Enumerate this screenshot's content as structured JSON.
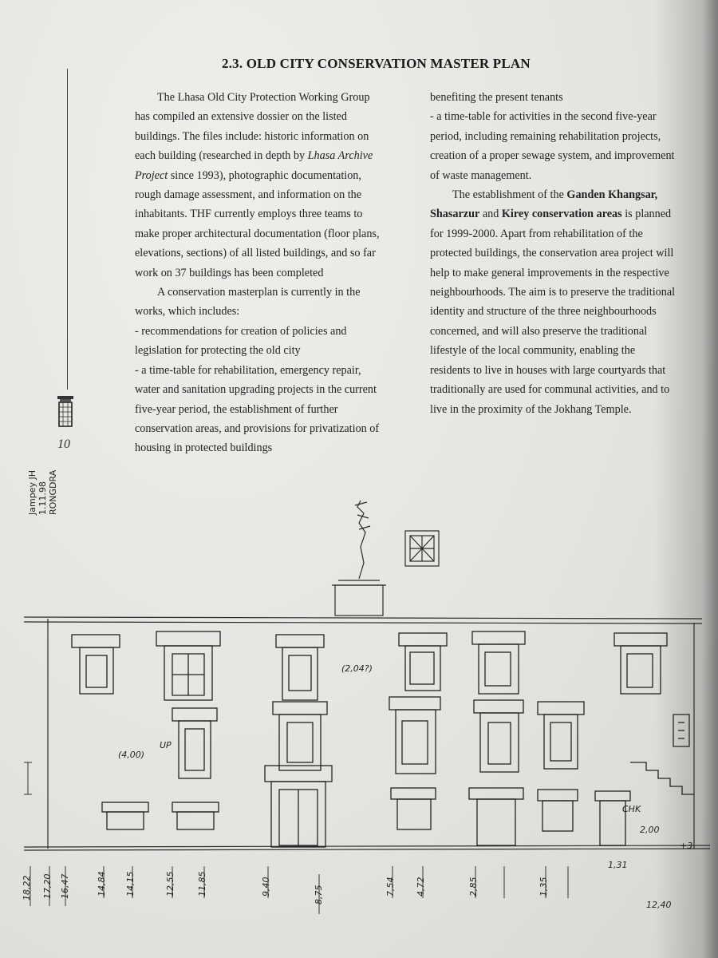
{
  "page": {
    "section_title": "2.3.  OLD CITY CONSERVATION MASTER PLAN",
    "page_number": "10"
  },
  "left_column": {
    "p1_a": "The Lhasa Old City Protection Working Group has compiled an extensive dossier on the listed buildings. The files include: historic information on each building (researched in depth by ",
    "p1_em": "Lhasa Archive Project",
    "p1_b": " since 1993), photographic documentation, rough damage assessment, and information on the inhabitants. THF currently employs three teams to make proper architectural documentation (floor plans, elevations, sections) of all listed buildings, and so far work on 37 buildings has been completed",
    "p2": "A conservation masterplan is currently in the works, which includes:",
    "li1": "- recommendations for creation of policies and legislation for protecting the old city",
    "li2": "- a time-table for rehabilitation, emergency repair, water and sanitation upgrading projects in the current five-year period, the establishment of further conservation areas, and provisions for privatization of housing in protected buildings"
  },
  "right_column": {
    "cont": "benefiting the present tenants",
    "li3": "- a time-table for activities in the second five-year period, including remaining rehabilitation projects, creation of a proper sewage system, and improvement of waste management.",
    "p3_a": "The establishment of the ",
    "p3_bold": "Ganden Khangsar, Shasarzur",
    "p3_and": " and ",
    "p3_bold2": "Kirey conservation areas",
    "p3_b": " is planned for 1999-2000. Apart from rehabilitation of the protected buildings, the conservation area project will help to make general improvements in the respective neighbourhoods. The aim is to preserve the traditional identity and structure of the three neighbourhoods concerned, and will also preserve the traditional lifestyle of the local community, enabling the residents to live in houses with large courtyards that traditionally are used for communal activities, and to live in the proximity of the Jokhang Temple."
  },
  "sketch": {
    "signature": "Jampey JH 1.11.98 RONGDRA",
    "dim_labels": [
      "18,22",
      "17,20",
      "16,47",
      "14,84",
      "14,15",
      "12,55",
      "11,85",
      "9,40",
      "8,75",
      "7,54",
      "4,72",
      "2,85",
      "1,35",
      "1,31",
      "12,40"
    ],
    "annotations": [
      "(4,00)",
      "UP",
      "(2,04?)",
      "CHK",
      "2,00",
      "+3"
    ]
  }
}
